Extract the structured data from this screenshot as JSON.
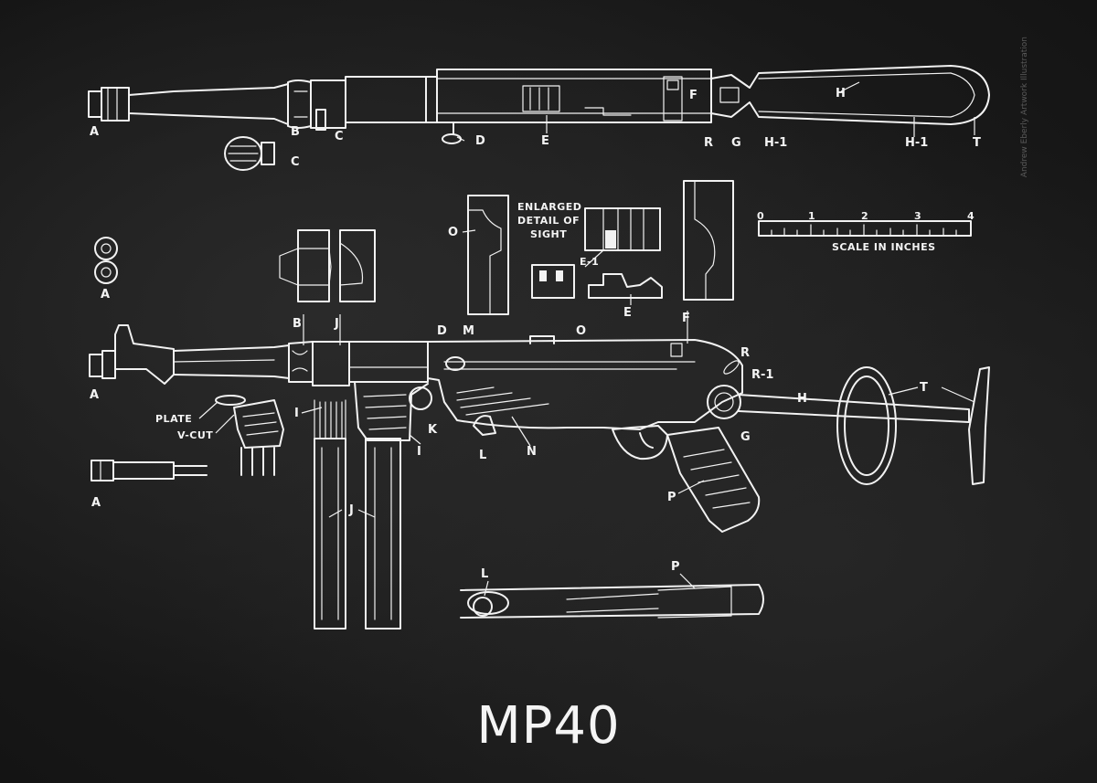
{
  "title": "MP40",
  "credit": "Andrew Eberly Artwork Illustration",
  "top_view_labels": [
    "A",
    "B",
    "C",
    "C",
    "D",
    "E",
    "F",
    "R",
    "G",
    "H",
    "H-1",
    "H-1",
    "T"
  ],
  "side_view_labels": [
    "A",
    "A",
    "A",
    "B",
    "J",
    "D",
    "M",
    "O",
    "F",
    "R",
    "R-1",
    "H",
    "T",
    "G",
    "I",
    "I",
    "K",
    "J",
    "L",
    "N",
    "P",
    "L",
    "P",
    "O",
    "E-1",
    "E"
  ],
  "sight_detail_caption": [
    "ENLARGED",
    "DETAIL OF",
    "SIGHT"
  ],
  "plate_label": "PLATE",
  "vcut_label": "V-CUT",
  "scale": {
    "caption": "SCALE IN INCHES",
    "ticks": [
      "0",
      "1",
      "2",
      "3",
      "4"
    ]
  }
}
